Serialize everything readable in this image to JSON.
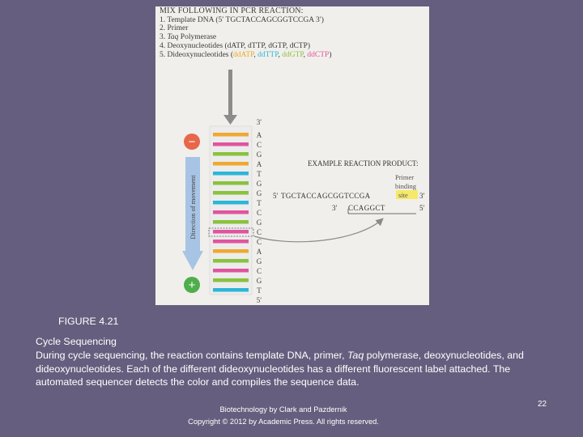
{
  "figure": {
    "instructions": {
      "heading": "MIX FOLLOWING IN PCR REACTION:",
      "items": [
        {
          "num": "1.",
          "text": "Template DNA (5′ TGCTACCAGCGGTCCGA 3′)"
        },
        {
          "num": "2.",
          "text": "Primer"
        },
        {
          "num": "3.",
          "text_italic": "Taq",
          "text": " Polymerase"
        },
        {
          "num": "4.",
          "text": "Deoxynucleotides (dATP, dTTP, dGTP, dCTP)"
        },
        {
          "num": "5.",
          "text": "Dideoxynucleotides (",
          "dd": [
            {
              "label": "ddATP",
              "color": "#e8aa22"
            },
            {
              "label": "ddTTP",
              "color": "#2bb6d8"
            },
            {
              "label": "ddGTP",
              "color": "#8ac23e"
            },
            {
              "label": "ddCTP",
              "color": "#e0559e"
            }
          ],
          "suffix": ")"
        }
      ]
    },
    "gel": {
      "minus_symbol": "−",
      "plus_symbol": "+",
      "direction_label": "Direction of movement",
      "end_top": "3′",
      "end_bottom": "5′",
      "bases": [
        "A",
        "C",
        "G",
        "A",
        "T",
        "G",
        "G",
        "T",
        "C",
        "G",
        "C",
        "C",
        "A",
        "G",
        "C",
        "G",
        "T"
      ],
      "base_colors": {
        "A": "#f0a830",
        "T": "#2bb6d8",
        "G": "#8ac23e",
        "C": "#e0559e"
      }
    },
    "product": {
      "title": "EXAMPLE REACTION PRODUCT:",
      "primer_label_line1": "Primer",
      "primer_label_line2": "binding",
      "site_label": "site",
      "top_prefix": "5′",
      "top_sequence": "TGCTACCAGCGGTCCGA",
      "top_suffix": "3′",
      "bottom_prefix": "3′",
      "bottom_sequence": "CCAGGCT",
      "bottom_suffix": "5′"
    }
  },
  "caption": {
    "figure_number": "FIGURE 4.21",
    "title": "Cycle Sequencing",
    "body_before": "During cycle sequencing, the reaction contains template DNA, primer, ",
    "body_italic": "Taq",
    "body_after": " polymerase, deoxynucleotides, and dideoxynucleotides. Each of the different dideoxynucleotides has a different fluorescent label attached. The automated sequencer detects the color and compiles the sequence data."
  },
  "credit": {
    "line1": "Biotechnology by Clark and Pazdernik",
    "line2": "Copyright © 2012 by Academic Press. All rights reserved."
  },
  "page_number": "22",
  "colors": {
    "slide_background": "#655e7e",
    "figure_background": "#f1efeb",
    "minus_circle": "#e8674a",
    "plus_circle": "#4fae4c",
    "direction_arrow": "#a7c4e4"
  }
}
